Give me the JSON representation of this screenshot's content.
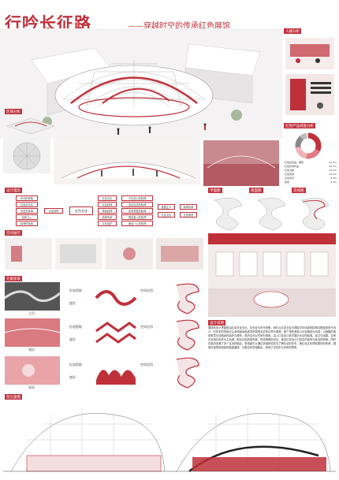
{
  "header": {
    "title": "行吟长征路",
    "subtitle": "——穿越时空的传承红色展馆"
  },
  "sections": {
    "crowd": "人群分析",
    "zoning": "区域分析",
    "survey": "红色产品调查分析",
    "concept": "设计理念",
    "plan": "平面图",
    "elevation": "南面图",
    "flow": "流线图",
    "space": "空间展示",
    "element": "元素提取",
    "desc": "设计说明",
    "section": "剖立面图"
  },
  "survey_legend": [
    {
      "label": "红色纪念品、服装",
      "value": "32.0%"
    },
    {
      "label": "红色影视作品",
      "value": "20.5%"
    },
    {
      "label": "红色书籍",
      "value": "19.3%"
    },
    {
      "label": "红色旅游",
      "value": "15.6%"
    },
    {
      "label": "红色音乐",
      "value": "8.2%"
    },
    {
      "label": "其他",
      "value": "4.4%"
    }
  ],
  "concept": {
    "left": [
      "时代的呼唤",
      "红色的文化",
      "历史的传承",
      "信仰之火",
      "精神的延续"
    ],
    "mid_a": "长征精神",
    "mid_b": "红色文化",
    "right_list": [
      "红色文化",
      "长征精神",
      "革命精神",
      "精神传承",
      "文化保护"
    ],
    "col2": [
      "不忘初心的精神",
      "坚定信念的精神",
      "实事求是的精神",
      "艰苦奋斗的精神",
      "团结一心的精神"
    ],
    "col3a": "爱国主义",
    "col3b": "红色文化",
    "col4a": "精神传承",
    "col4b": "文化教育"
  },
  "element": {
    "rows": [
      {
        "caption": "江河",
        "a": "形态提取",
        "b": "变形",
        "c": "空间应用"
      },
      {
        "caption": "湖泊",
        "a": "形态提取",
        "b": "变形",
        "c": "空间应用"
      },
      {
        "caption": "浪花",
        "a": "形态提取",
        "b": "变形",
        "c": "空间应用"
      }
    ]
  },
  "description": "展馆的设计思路是由红军长征引出，将长征与时代来联，我们从红军长征中提取中华民族的精神并借鉴其进行设计，在历史的背景中让参观者身临其境的感受长征的壮举与艰难。整个馆的造型以长征路线为灵感，以蜿蜒的造型寓意长征路途的曲折与艰辛。馆内空间以时间为线索，由入口至出口依次展示长征的起因、经过与结果。空间中采用红色作为主色调，配合白色的结构体，形成鲜明的对比，象征红军战士们坚定的信仰与纯洁的精神。同时在馆内设置了多个互动体验区，参观者可以通过多媒体的形式了解长征的历史，使红色文化得到更好的传承。展馆外部的网架结构轻盈通透，与周边环境相融合，体现了对历史与未来的思考。"
}
